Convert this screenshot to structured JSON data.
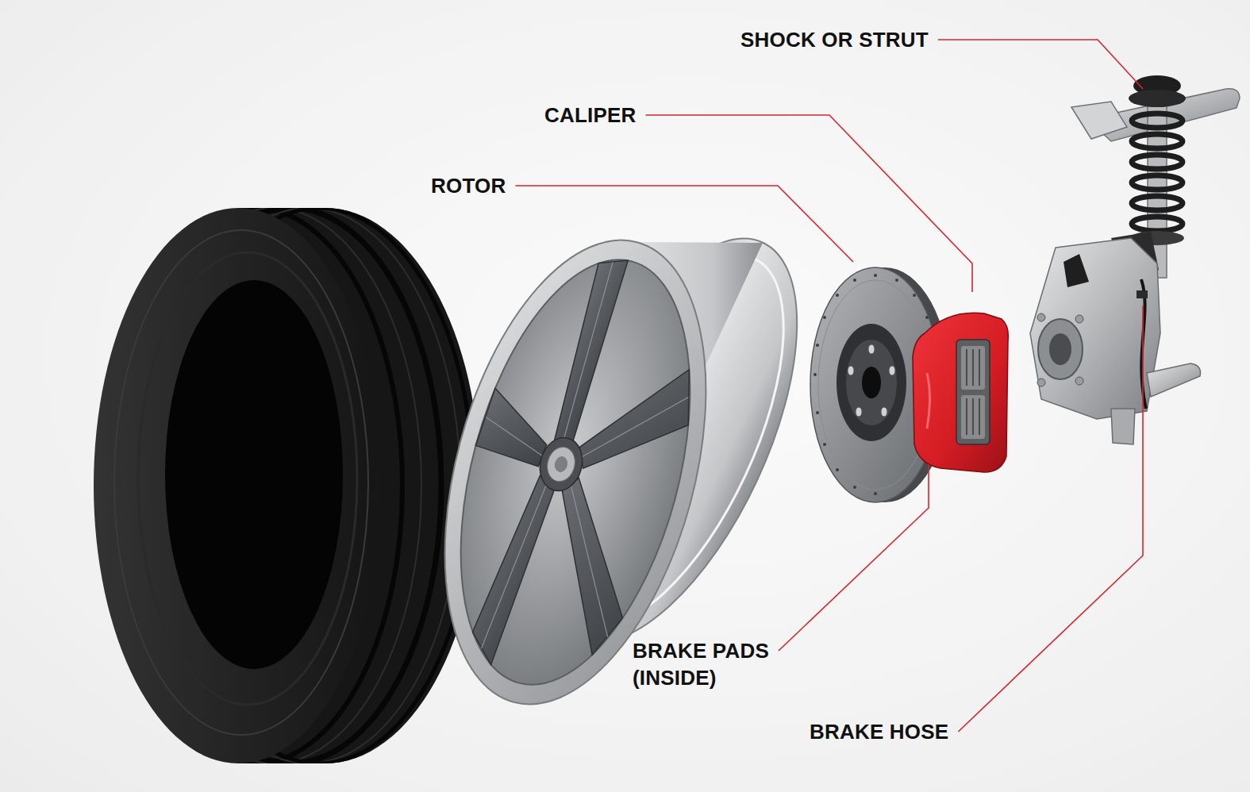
{
  "diagram": {
    "labels": [
      "SHOCK OR STRUT",
      "CALIPER",
      "ROTOR",
      "BRAKE PADS (INSIDE)",
      "BRAKE HOSE"
    ]
  }
}
